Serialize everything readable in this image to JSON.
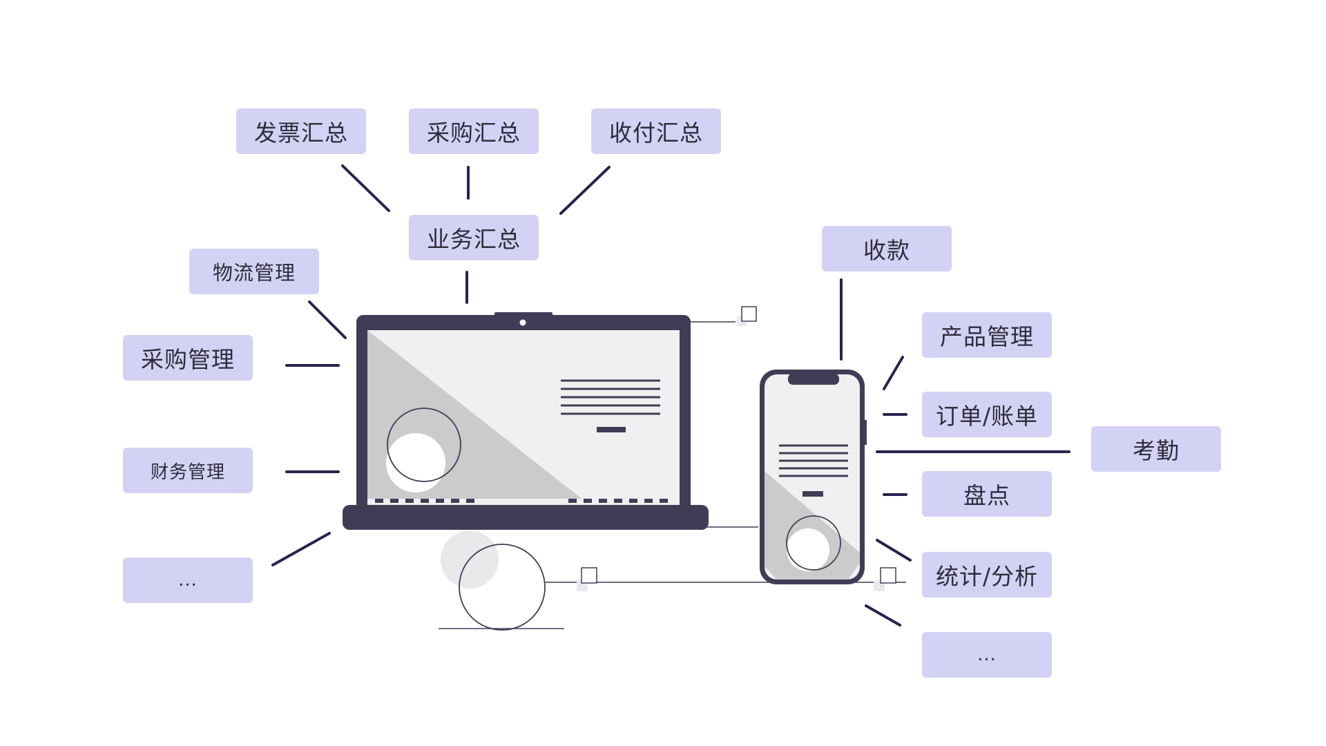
{
  "left_items": [
    "物流管理",
    "采购管理",
    "财务管理",
    "..."
  ],
  "top_items": [
    "发票汇总",
    "采购汇总",
    "收付汇总"
  ],
  "center_item": "业务汇总",
  "right_top_item": "收款",
  "right_items": [
    "产品管理",
    "订单/账单",
    "盘点",
    "统计/分析",
    "..."
  ],
  "far_right_item": "考勤",
  "colors": {
    "label_bg": "#d3d2f4",
    "label_text": "#2e2c3a",
    "connector": "#2b2150",
    "device_frame": "#3f3d56",
    "screen_bg": "#f0f0f1",
    "screen_shade": "#cbcbcb"
  }
}
